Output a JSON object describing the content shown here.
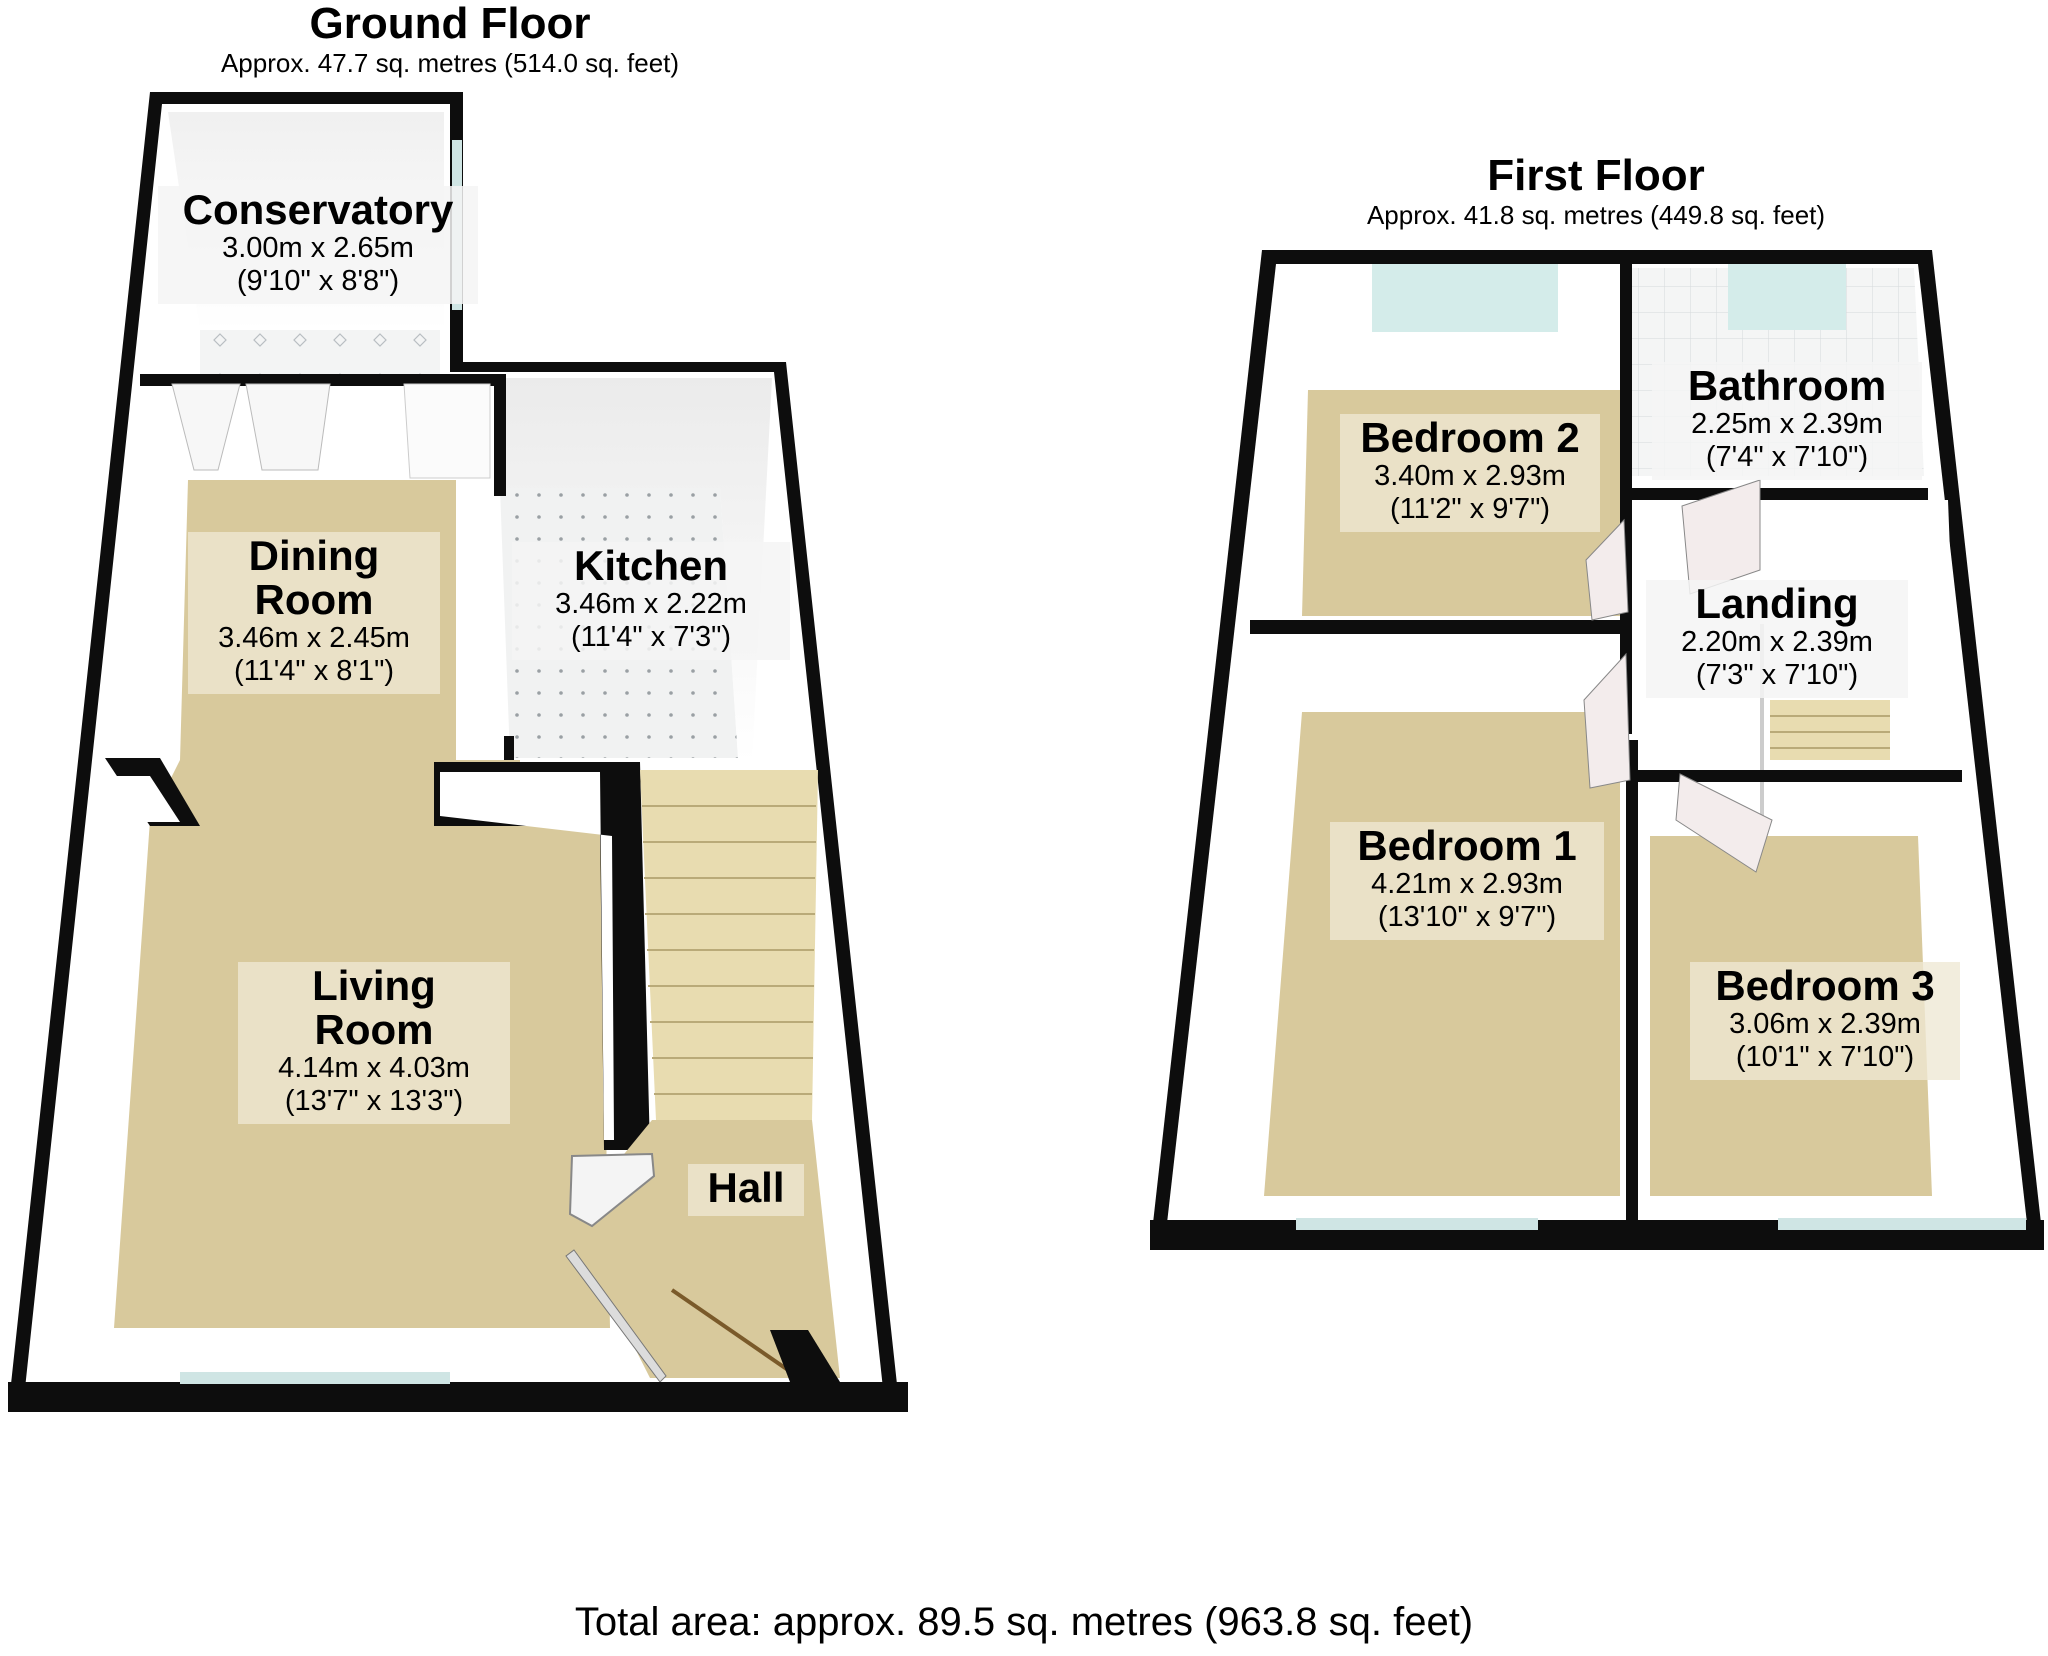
{
  "ground_floor": {
    "title": "Ground Floor",
    "area": "Approx. 47.7 sq. metres (514.0 sq. feet)",
    "rooms": {
      "conservatory": {
        "name": "Conservatory",
        "metric": "3.00m x 2.65m",
        "imperial": "(9'10\" x 8'8\")"
      },
      "dining": {
        "name": "Dining\nRoom",
        "metric": "3.46m x 2.45m",
        "imperial": "(11'4\" x 8'1\")"
      },
      "kitchen": {
        "name": "Kitchen",
        "metric": "3.46m x 2.22m",
        "imperial": "(11'4\" x 7'3\")"
      },
      "living": {
        "name": "Living\nRoom",
        "metric": "4.14m x 4.03m",
        "imperial": "(13'7\" x 13'3\")"
      },
      "hall": {
        "name": "Hall"
      }
    }
  },
  "first_floor": {
    "title": "First Floor",
    "area": "Approx. 41.8 sq. metres (449.8 sq. feet)",
    "rooms": {
      "bedroom2": {
        "name": "Bedroom 2",
        "metric": "3.40m x 2.93m",
        "imperial": "(11'2\" x 9'7\")"
      },
      "bathroom": {
        "name": "Bathroom",
        "metric": "2.25m x 2.39m",
        "imperial": "(7'4\" x 7'10\")"
      },
      "landing": {
        "name": "Landing",
        "metric": "2.20m x 2.39m",
        "imperial": "(7'3\" x 7'10\")"
      },
      "bedroom1": {
        "name": "Bedroom 1",
        "metric": "4.21m x 2.93m",
        "imperial": "(13'10\" x 9'7\")"
      },
      "bedroom3": {
        "name": "Bedroom 3",
        "metric": "3.06m x 2.39m",
        "imperial": "(10'1\" x 7'10\")"
      }
    }
  },
  "total_area": "Total area: approx. 89.5 sq. metres (963.8 sq. feet)",
  "colors": {
    "wall": "#0d0d0d",
    "carpet": "#d8c99c",
    "tile": "#eef0f0",
    "window": "#cfe5e4",
    "stair": "#e8dcb0"
  }
}
